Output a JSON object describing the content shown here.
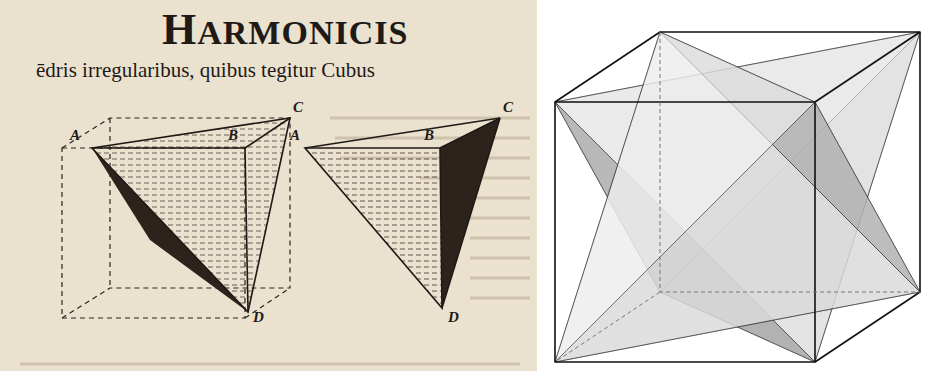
{
  "diagram": {
    "title": "HARMONICIS",
    "labels": [
      "ēdris irregularibus, quibus tegitur Cubus",
      "A",
      "C",
      "B",
      "D",
      "A",
      "B",
      "C",
      "D"
    ]
  }
}
